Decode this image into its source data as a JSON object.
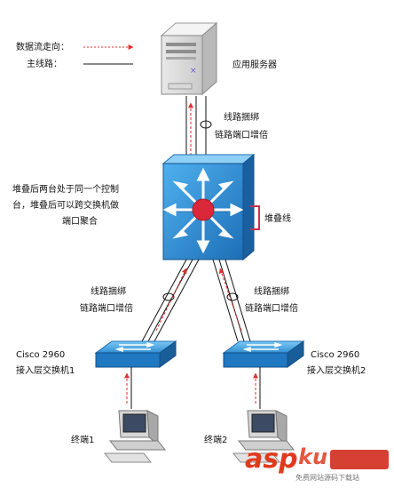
{
  "legend": {
    "data_flow_label": "数据流走向：",
    "main_line_label": "主线路："
  },
  "nodes": {
    "server_label": "应用服务器",
    "core_note": [
      "堆叠后两台处于同一个控制",
      "台，堆叠后可以跨交换机做",
      "端口聚合"
    ],
    "stack_line_label": "堆叠线",
    "switch_left_label": [
      "Cisco 2960",
      "接入层交换机1"
    ],
    "switch_right_label": [
      "Cisco 2960",
      "接入层交换机2"
    ],
    "terminal_left_label": "终端1",
    "terminal_right_label": "终端2"
  },
  "link_labels": {
    "top": [
      "线路捆绑",
      "链路端口增倍"
    ],
    "left": [
      "线路捆绑",
      "链路端口增倍"
    ],
    "right": [
      "线路捆绑",
      "链路端口增倍"
    ]
  },
  "watermark": {
    "brand": "asp",
    "brand_suffix": "ku",
    "tagline": "免费网站源码下载站"
  },
  "colors": {
    "data_flow": "#e0302b",
    "switch_blue": "#2f8fd2",
    "core_blue": "#2a86cf",
    "core_center": "#d8283a",
    "stack_line": "#c8334b"
  }
}
